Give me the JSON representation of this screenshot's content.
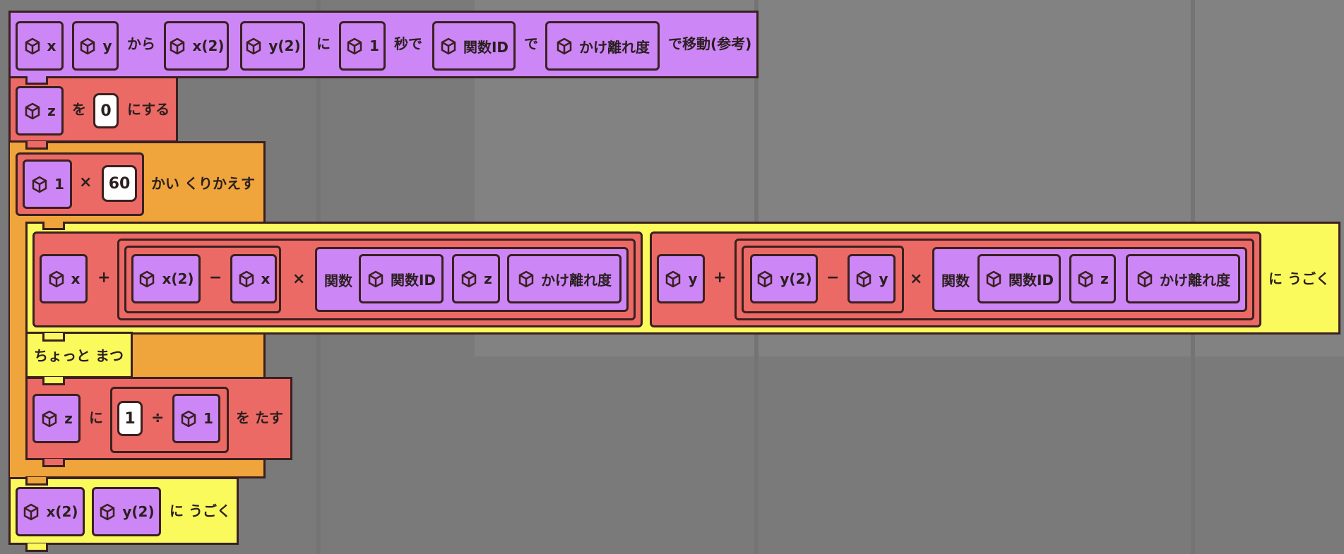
{
  "colors": {
    "background": "#7a7a7a",
    "event_block": "#cd86f5",
    "set_block": "#ec6a65",
    "repeat_block": "#f0a43c",
    "motion_block": "#fbfa5d",
    "number_slot": "#ffffff",
    "outline": "#3a2020"
  },
  "icons": {
    "variable": "cube-icon"
  },
  "header_block": {
    "var_x": "x",
    "var_y": "y",
    "from": "から",
    "var_x2": "x(2)",
    "var_y2": "y(2)",
    "to": "に",
    "var_1": "1",
    "seconds": "秒で",
    "var_func_id": "関数ID",
    "by": "で",
    "var_kake": "かけ離れ度",
    "tail": "で移動(参考)"
  },
  "set_block": {
    "var": "z",
    "wo": "を",
    "value": "0",
    "suffix": "にする"
  },
  "repeat_block": {
    "var": "1",
    "times": "×",
    "value": "60",
    "suffix": "かい くりかえす"
  },
  "move_block": {
    "left": {
      "var_x": "x",
      "plus": "+",
      "var_x2": "x(2)",
      "minus": "−",
      "var_x_b": "x",
      "mul": "×",
      "func": "関数",
      "var_func_id": "関数ID",
      "var_z": "z",
      "var_kake": "かけ離れ度"
    },
    "right": {
      "var_y": "y",
      "plus": "+",
      "var_y2": "y(2)",
      "minus": "−",
      "var_y_b": "y",
      "mul": "×",
      "func": "関数",
      "var_func_id": "関数ID",
      "var_z": "z",
      "var_kake": "かけ離れ度"
    },
    "suffix": "に うごく"
  },
  "wait_block": {
    "label": "ちょっと まつ"
  },
  "add_block": {
    "var": "z",
    "ni": "に",
    "value": "1",
    "div": "÷",
    "var_1": "1",
    "suffix": "を たす"
  },
  "final_block": {
    "var_x2": "x(2)",
    "var_y2": "y(2)",
    "suffix": "に うごく"
  }
}
